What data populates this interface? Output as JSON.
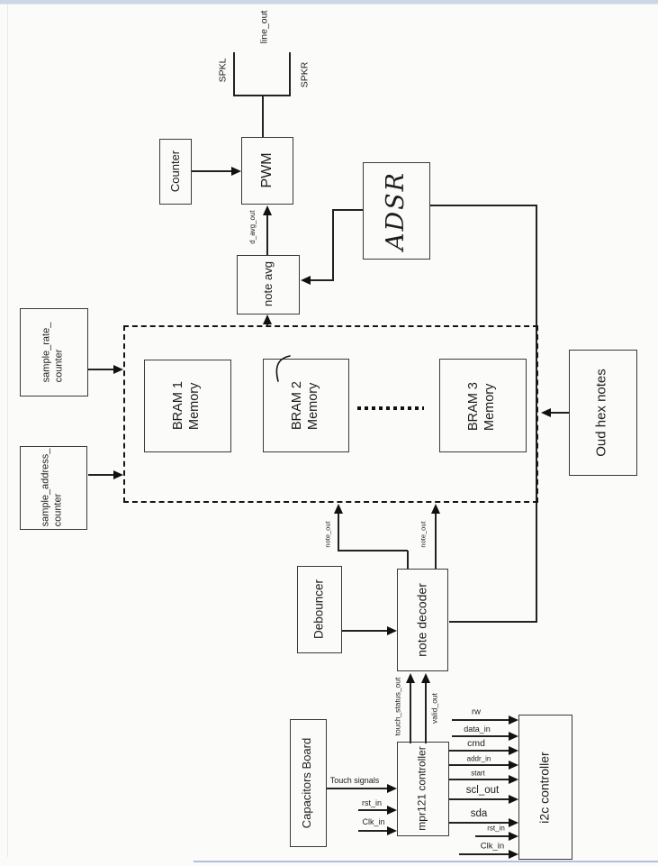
{
  "blocks": {
    "counter": {
      "label": "Counter"
    },
    "pwm": {
      "label": "PWM"
    },
    "note_avg": {
      "label": "note avg"
    },
    "adsr": {
      "label": "ADSR"
    },
    "sample_rate_counter": {
      "line1": "sample_rate_",
      "line2": "counter"
    },
    "sample_address_counter": {
      "line1": "sample_address_",
      "line2": "counter"
    },
    "bram1": {
      "line1": "BRAM 1",
      "line2": "Memory"
    },
    "bram2": {
      "line1": "BRAM 2",
      "line2": "Memory"
    },
    "bram3": {
      "line1": "BRAM 3",
      "line2": "Memory"
    },
    "oud_hex_notes": {
      "label": "Oud hex notes"
    },
    "debouncer": {
      "label": "Debouncer"
    },
    "note_decoder": {
      "label": "note decoder"
    },
    "capacitors_board": {
      "label": "Capacitors Board"
    },
    "mpr121_controller": {
      "label": "mpr121 controller"
    },
    "i2c_controller": {
      "label": "i2c controller"
    }
  },
  "speaker": {
    "line_out": "line_out",
    "spkl": "SPKL",
    "spkr": "SPKR"
  },
  "signals": {
    "d_avg_out": "d_avg_out",
    "note_out_left": "note_out",
    "note_out_right": "note_out",
    "touch_status_out": "touch_status_out",
    "valid_out": "valid_out",
    "touch_signals": "Touch signals",
    "mpr_rst_in": "rst_in",
    "mpr_clk_in": "Clk_in",
    "rw": "rw",
    "data_in": "data_in",
    "cmd": "cmd",
    "addr_in": "addr_in",
    "start": "start",
    "scl_out": "scl_out",
    "sda": "sda",
    "i2c_rst_in": "rst_in",
    "i2c_clk_in": "Clk_in"
  },
  "colors": {
    "wire": "#222222",
    "box_border": "#3a3a3a",
    "top_bar": "#ccd6e4",
    "bottom_rule": "#b0c0de",
    "background": "#fbfbfa"
  }
}
